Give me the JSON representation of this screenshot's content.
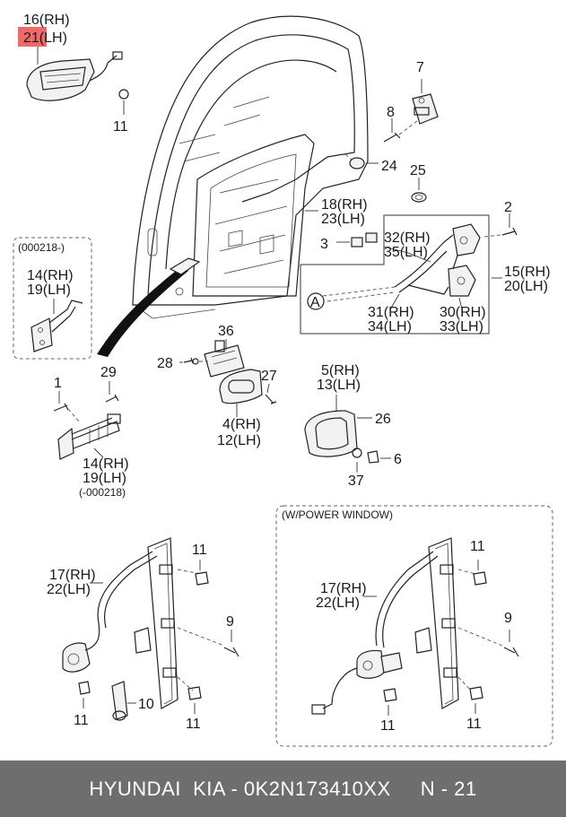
{
  "labels": {
    "p16": "16(RH)",
    "p21": "21(LH)",
    "p11a": "11",
    "p7": "7",
    "p8": "8",
    "p24": "24",
    "p25": "25",
    "p18": "18(RH)",
    "p23": "23(LH)",
    "p2": "2",
    "p3": "3",
    "p32": "32(RH)",
    "p35": "35(LH)",
    "p15": "15(RH)",
    "p20": "20(LH)",
    "pA": "A",
    "p31": "31(RH)",
    "p34": "34(LH)",
    "p30": "30(RH)",
    "p33": "33(LH)",
    "note1": "(000218-)",
    "p14a": "14(RH)",
    "p19a": "19(LH)",
    "p1": "1",
    "p29": "29",
    "p14b": "14(RH)",
    "p19b": "19(LH)",
    "note2": "(-000218)",
    "p36": "36",
    "p28": "28",
    "p27": "27",
    "p4": "4(RH)",
    "p12": "12(LH)",
    "p5": "5(RH)",
    "p13": "13(LH)",
    "p26": "26",
    "p6": "6",
    "p37": "37",
    "p17a": "17(RH)",
    "p22a": "22(LH)",
    "p11b": "11",
    "p9a": "9",
    "p11c": "11",
    "p10": "10",
    "p11d": "11",
    "power_window": "(W/POWER WINDOW)",
    "p17b": "17(RH)",
    "p22b": "22(LH)",
    "p11e": "11",
    "p9b": "9",
    "p11f": "11",
    "p11g": "11"
  },
  "footer": {
    "text": "HYUNDAI  KIA - 0K2N173410XX     N - 21"
  },
  "colors": {
    "highlight": "#ee6a6a",
    "footer_bg": "#6e6e6e"
  }
}
